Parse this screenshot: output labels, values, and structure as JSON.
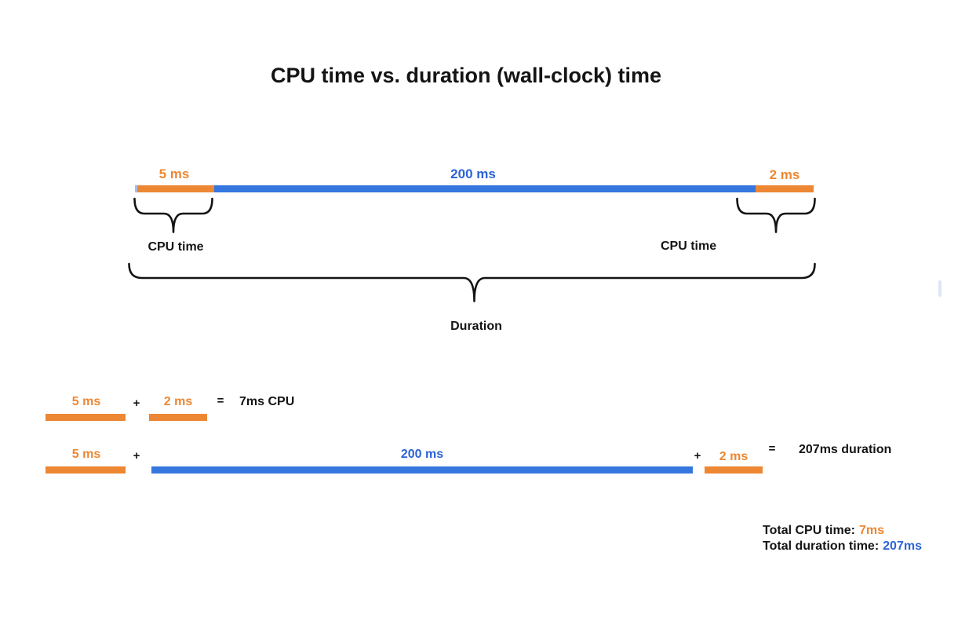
{
  "title": "CPU time vs. duration (wall-clock) time",
  "colors": {
    "orange": "#ED8733",
    "blue_bar": "#3577DE",
    "blue_text": "#2C63D6",
    "ink": "#141414",
    "sliver": "#A9BBE6",
    "scrollbar": "#DCE6F7"
  },
  "timeline": {
    "segments": [
      {
        "label": "5 ms",
        "ms": 5,
        "color": "orange"
      },
      {
        "label": "200 ms",
        "ms": 200,
        "color": "blue"
      },
      {
        "label": "2 ms",
        "ms": 2,
        "color": "orange"
      }
    ],
    "left_brace_label": "CPU time",
    "right_brace_label": "CPU time",
    "duration_label": "Duration"
  },
  "equation_cpu": {
    "term1": "5 ms",
    "op1": "+",
    "term2": "2 ms",
    "eq": "=",
    "result": "7ms CPU"
  },
  "equation_duration": {
    "term1": "5 ms",
    "op1": "+",
    "term2": "200 ms",
    "op2": "+",
    "term3": "2 ms",
    "eq": "=",
    "result": "207ms duration"
  },
  "totals": {
    "cpu_label": "Total CPU time:",
    "cpu_value": "7ms",
    "duration_label": "Total duration time:",
    "duration_value": "207ms"
  }
}
